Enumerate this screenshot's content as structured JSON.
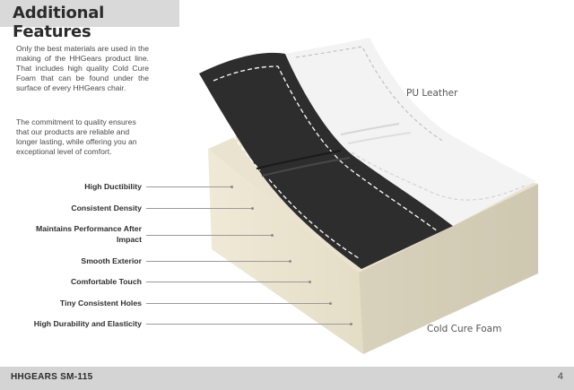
{
  "header": {
    "title": "Additional Features"
  },
  "intro": {
    "paragraph1": "Only the best materials are used in the making of the HHGears product line. That includes high quality Cold Cure Foam that can be found under the surface of every HHGears chair.",
    "paragraph2": "The commitment to quality ensures that our products are reliable and longer lasting, while offering you an exceptional level of comfort."
  },
  "features": [
    "High Ductibility",
    "Consistent Density",
    "Maintains Performance After Impact",
    "Smooth Exterior",
    "Comfortable Touch",
    "Tiny Consistent Holes",
    "High Durability and Elasticity"
  ],
  "illustration": {
    "layer_top_label": "PU Leather",
    "layer_bottom_label": "Cold Cure Foam",
    "colors": {
      "foam": "#e6e0cc",
      "leather_black": "#2c2c2c",
      "leather_white": "#f2f2f2"
    }
  },
  "footer": {
    "brand": "HHGEARS  SM-115",
    "page_number": "4"
  }
}
